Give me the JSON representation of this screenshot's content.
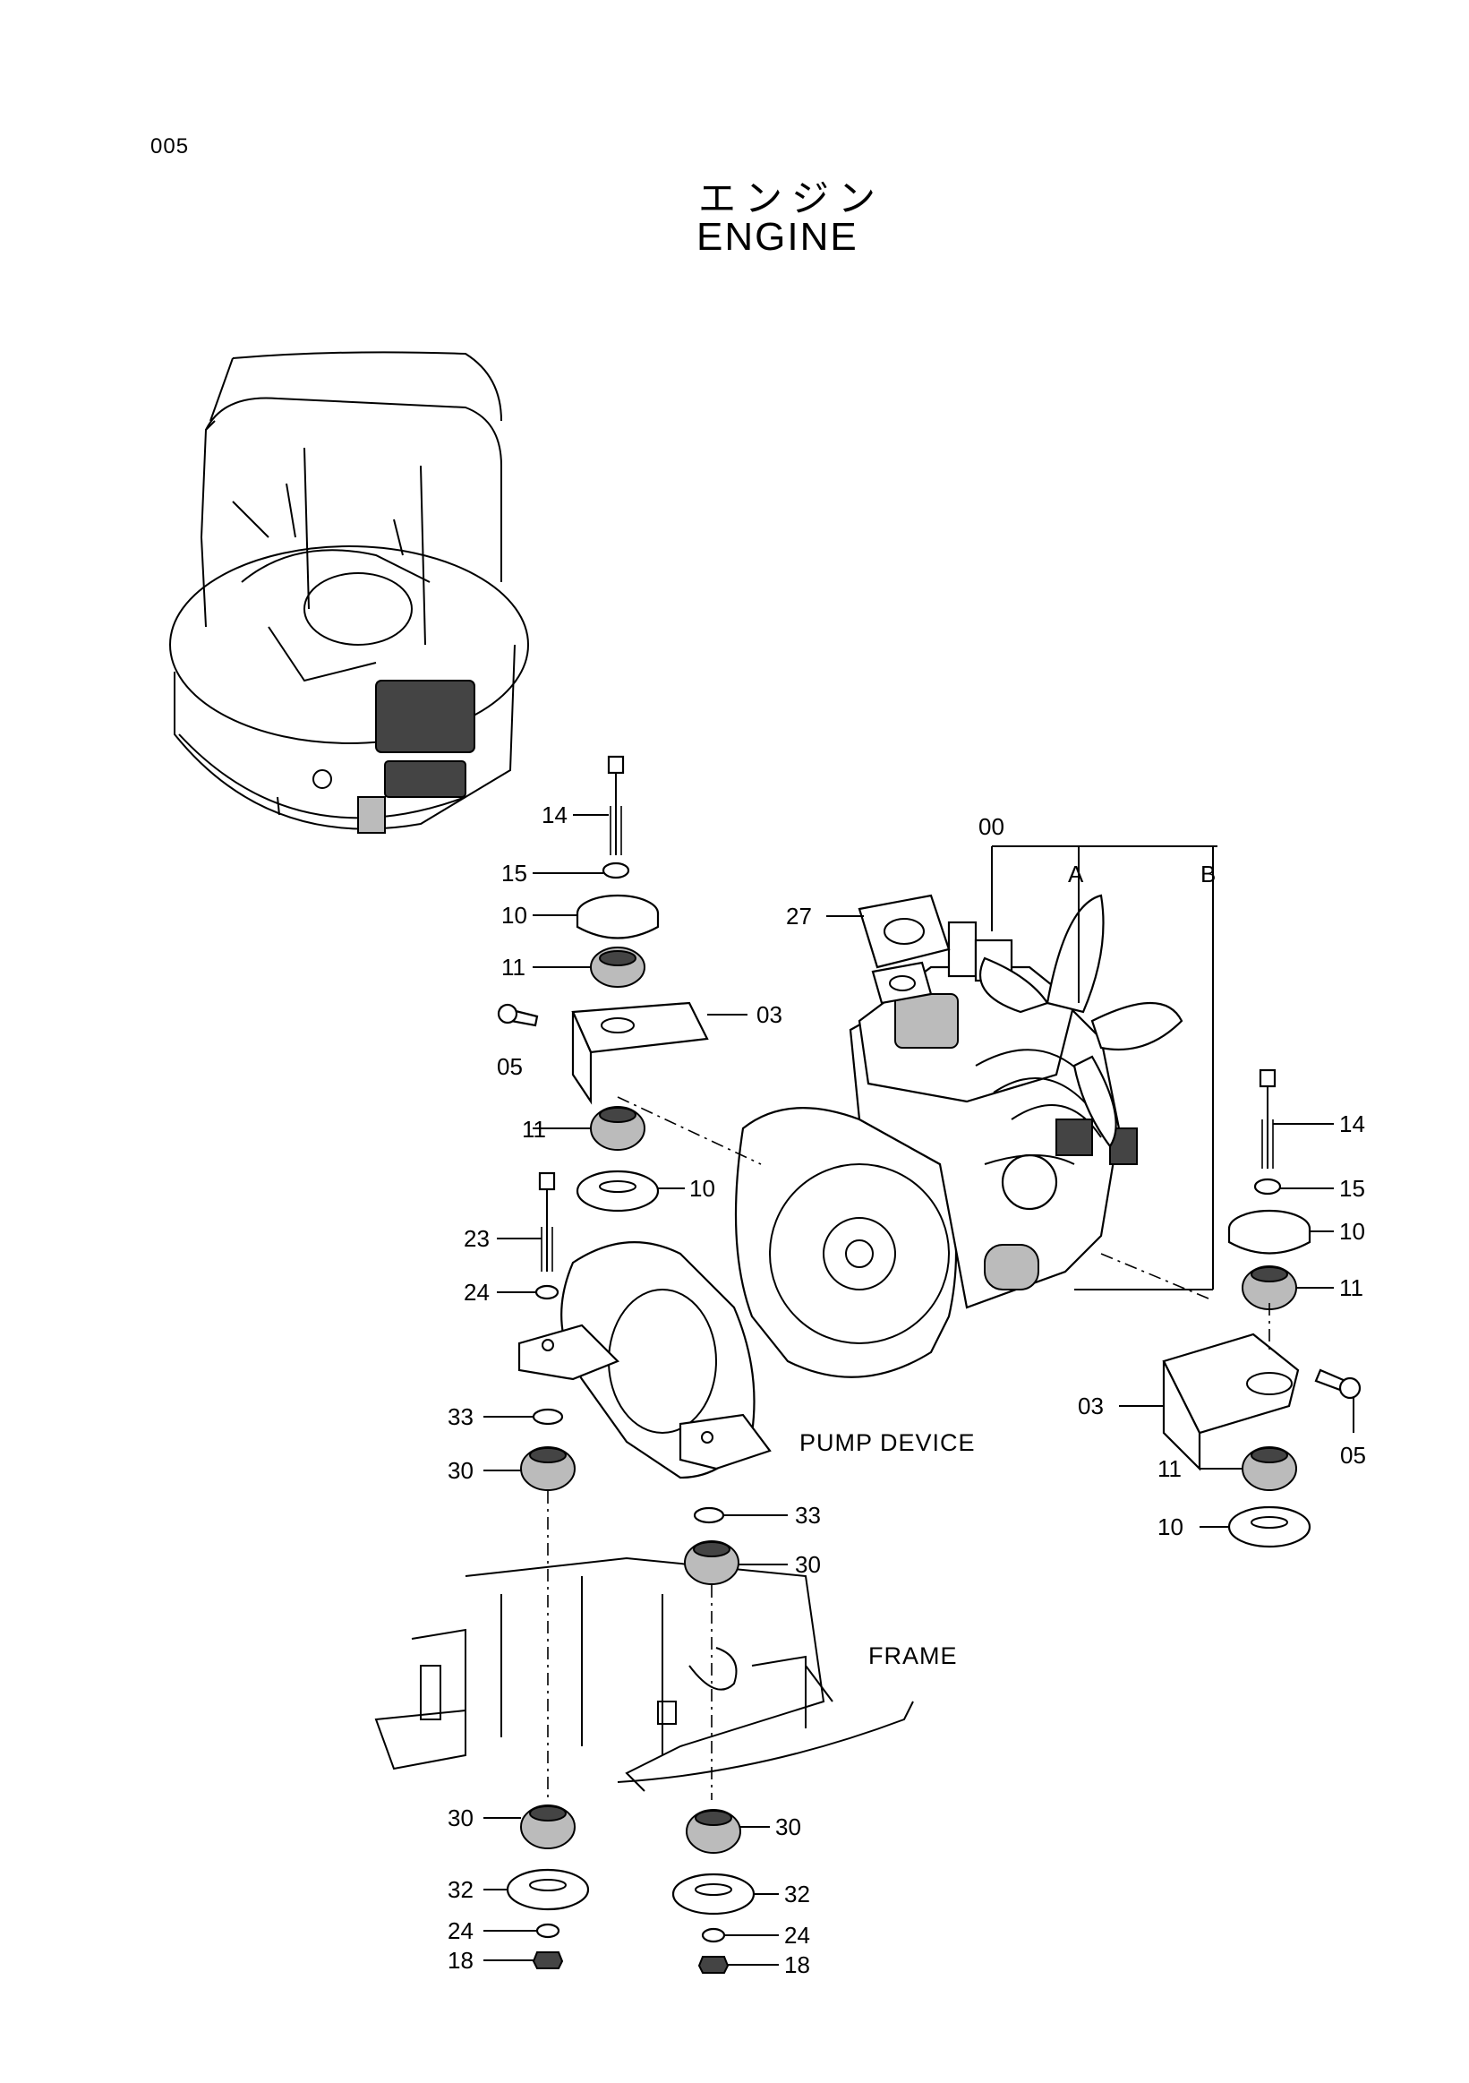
{
  "page": {
    "number": "005",
    "title_jp": "エンジン",
    "title_en": "ENGINE"
  },
  "captions": {
    "pump_device": "PUMP DEVICE",
    "frame": "FRAME"
  },
  "callouts": {
    "c00": "00",
    "cA": "A",
    "cB": "B",
    "c27": "27",
    "c14_left": "14",
    "c15_left": "15",
    "c10_left_top": "10",
    "c11_left_top": "11",
    "c03_left": "03",
    "c05_left": "05",
    "c11_left_mid": "11",
    "c10_left_mid": "10",
    "c23": "23",
    "c24_upper": "24",
    "c33_left": "33",
    "c30_left_upper": "30",
    "c33_center": "33",
    "c30_center_upper": "30",
    "c30_left_lower": "30",
    "c32_left": "32",
    "c24_left_lower": "24",
    "c18_left": "18",
    "c30_center_lower": "30",
    "c32_center": "32",
    "c24_center_lower": "24",
    "c18_center": "18",
    "c14_right": "14",
    "c15_right": "15",
    "c10_right_top": "10",
    "c11_right_top": "11",
    "c03_right": "03",
    "c05_right": "05",
    "c11_right_bottom": "11",
    "c10_right_bottom": "10"
  }
}
